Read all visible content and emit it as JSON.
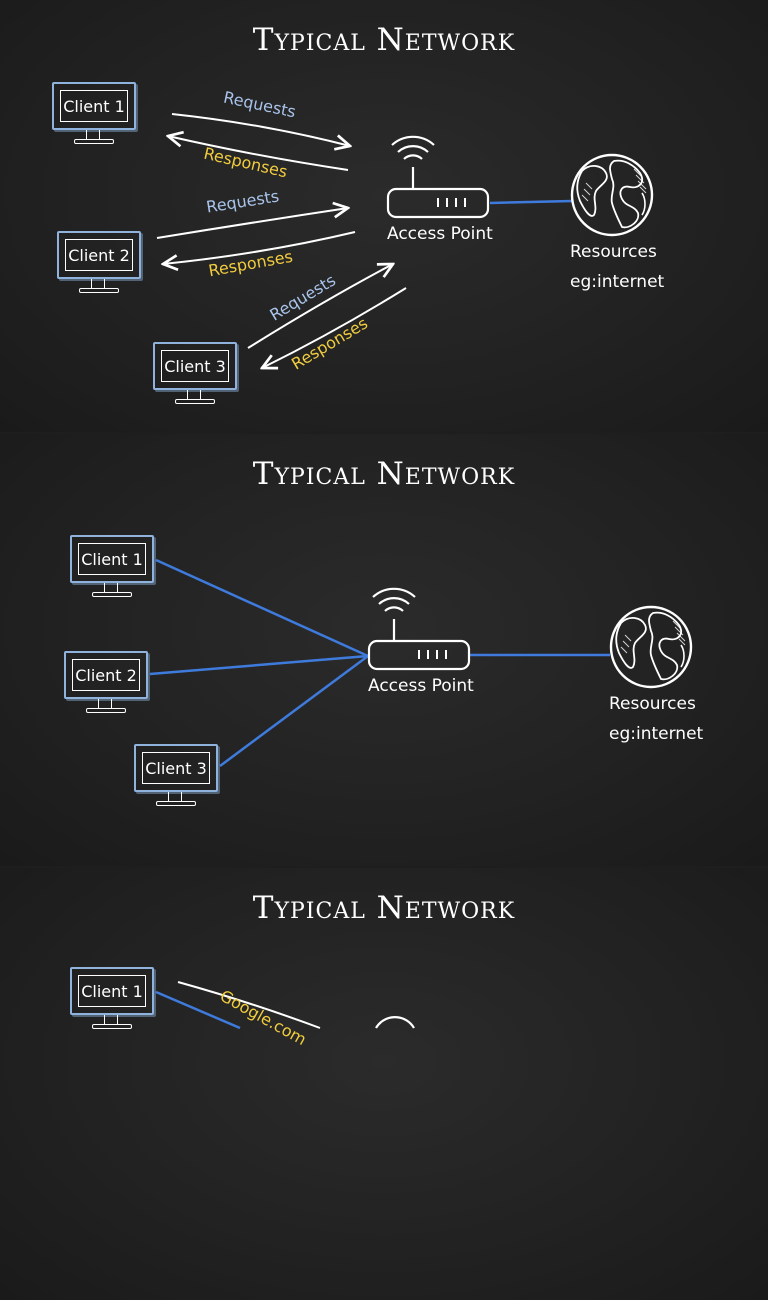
{
  "slides": [
    {
      "title": "Typical Network",
      "clients": [
        "Client 1",
        "Client 2",
        "Client 3"
      ],
      "access_point": "Access Point",
      "resources": [
        "Resources",
        "eg:internet"
      ],
      "flows": [
        {
          "request": "Requests",
          "response": "Responses"
        },
        {
          "request": "Requests",
          "response": "Responses"
        },
        {
          "request": "Requests",
          "response": "Responses"
        }
      ]
    },
    {
      "title": "Typical Network",
      "clients": [
        "Client 1",
        "Client 2",
        "Client 3"
      ],
      "access_point": "Access Point",
      "resources": [
        "Resources",
        "eg:internet"
      ]
    },
    {
      "title": "Typical Network",
      "clients": [
        "Client 1"
      ],
      "request_label": "Google.com"
    }
  ],
  "colors": {
    "background": "#222222",
    "link_line": "#3e7bdc",
    "request_text": "#a9c4ea",
    "response_text": "#f1cc3e",
    "client_frame": "#8fb3dd"
  },
  "icons": [
    "monitor-icon",
    "router-icon",
    "wifi-icon",
    "globe-icon"
  ]
}
